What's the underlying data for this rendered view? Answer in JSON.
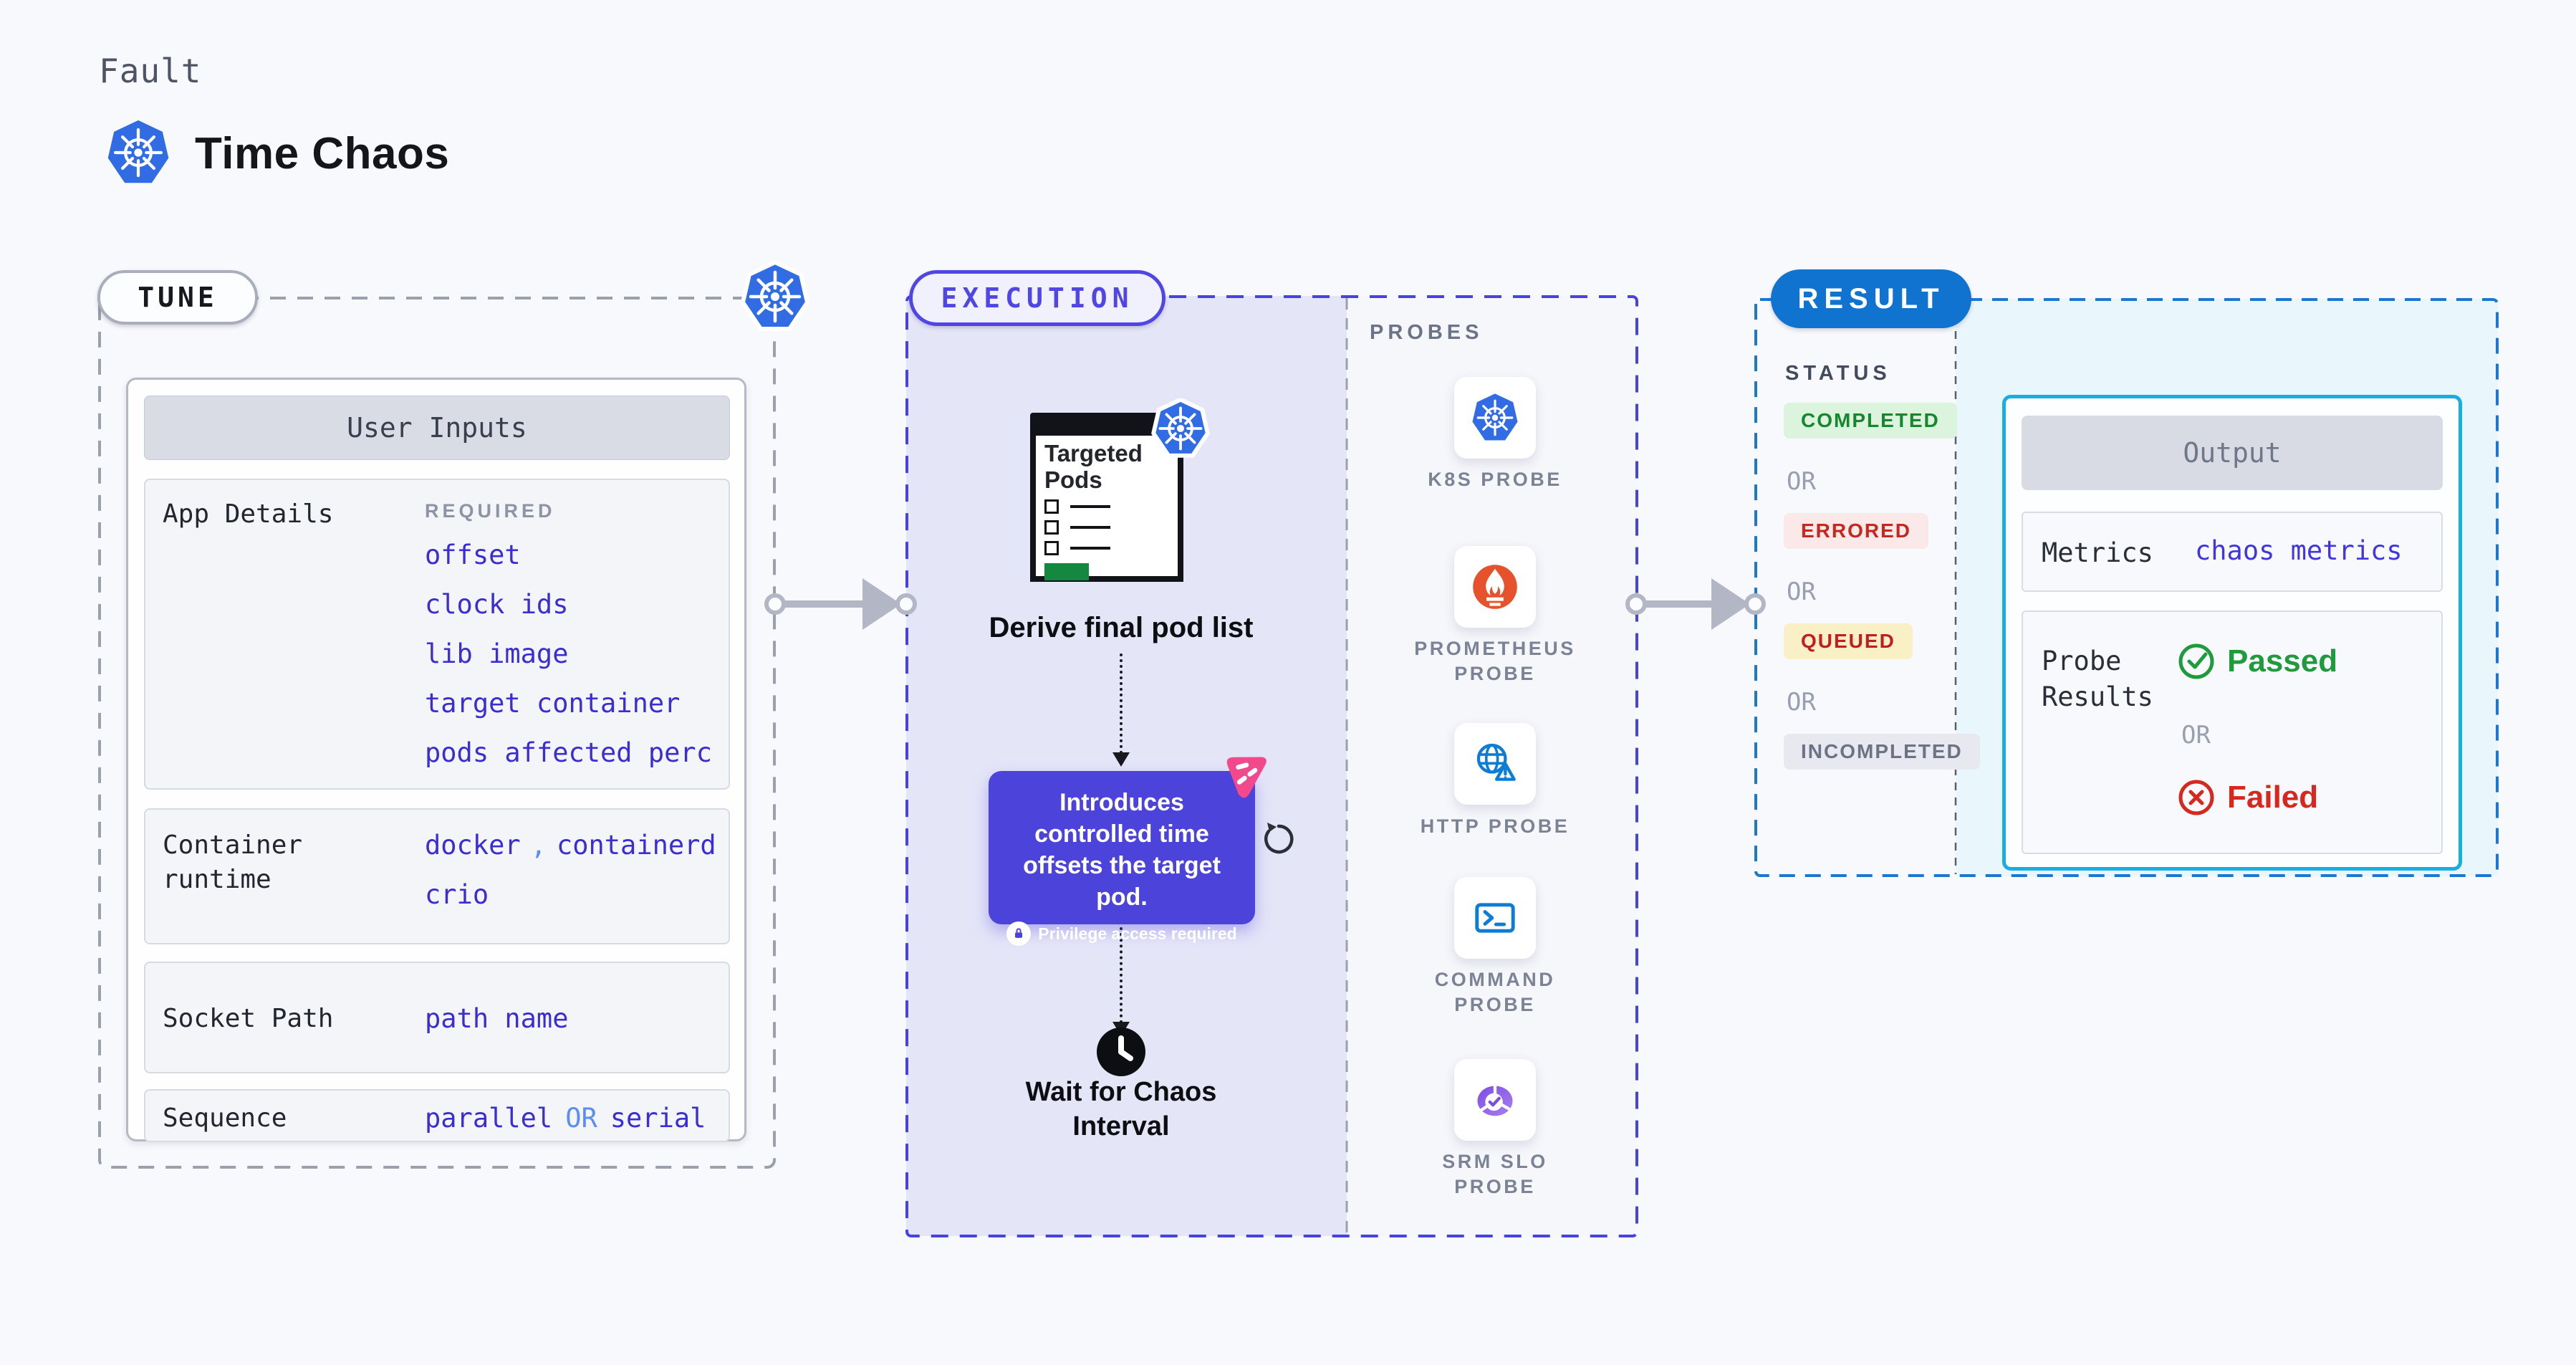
{
  "header": {
    "eyebrow": "Fault",
    "title": "Time Chaos"
  },
  "tune": {
    "label": "TUNE",
    "panel_title": "User Inputs",
    "app_details": {
      "label": "App Details",
      "required": "REQUIRED",
      "links": [
        "offset",
        "clock ids",
        "lib image",
        "target container",
        "pods affected perc"
      ]
    },
    "container_runtime": {
      "label": "Container runtime",
      "v1": "docker",
      "comma": ",",
      "v2": "containerd",
      "v3": "crio"
    },
    "socket_path": {
      "label": "Socket Path",
      "value": "path name"
    },
    "sequence": {
      "label": "Sequence",
      "v1": "parallel",
      "or": "OR",
      "v2": "serial"
    }
  },
  "execution": {
    "label": "EXECUTION",
    "targeted_pods": "Targeted Pods",
    "derive": "Derive final pod list",
    "tooltip": {
      "text": "Introduces controlled time offsets the target pod.",
      "note": "Privilege access required"
    },
    "wait": "Wait for Chaos Interval"
  },
  "probes": {
    "label": "PROBES",
    "items": [
      "K8S PROBE",
      "PROMETHEUS PROBE",
      "HTTP PROBE",
      "COMMAND PROBE",
      "SRM SLO PROBE"
    ]
  },
  "result": {
    "label": "RESULT",
    "status_label": "STATUS",
    "or": "OR",
    "badges": [
      "COMPLETED",
      "ERRORED",
      "QUEUED",
      "INCOMPLETED"
    ],
    "output": {
      "title": "Output",
      "metrics_label": "Metrics",
      "metrics_value": "chaos metrics",
      "probe_label": "Probe Results",
      "passed": "Passed",
      "or": "OR",
      "failed": "Failed"
    }
  },
  "colors": {
    "page_bg": "#f8f9fc",
    "k8s_blue": "#326ce5",
    "link_indigo": "#3a2ed3",
    "light_blue": "#5b8ef2",
    "lavender_bg": "#e5e5f8",
    "exec_border": "#4743e0",
    "exec_accent": "#4f46e5",
    "tooltip_purple": "#4c43da",
    "pink_badge": "#f2498c",
    "result_blue": "#1173d0",
    "cyan_border": "#17aee3",
    "cyan_bg": "#e9f6fb",
    "green": "#1f9b3e",
    "red": "#d6281e",
    "completed": {
      "bg": "#dcf3de",
      "fg": "#17862f"
    },
    "errored": {
      "bg": "#fbe8e8",
      "fg": "#c22a20"
    },
    "queued": {
      "bg": "#faf0c8",
      "fg": "#c01f1f"
    },
    "incompleted": {
      "bg": "#e8e9f0",
      "fg": "#6b7384"
    },
    "prometheus_orange": "#e6522c",
    "http_blue": "#0c7cd5",
    "srm_purple": "#7c4fe0"
  }
}
